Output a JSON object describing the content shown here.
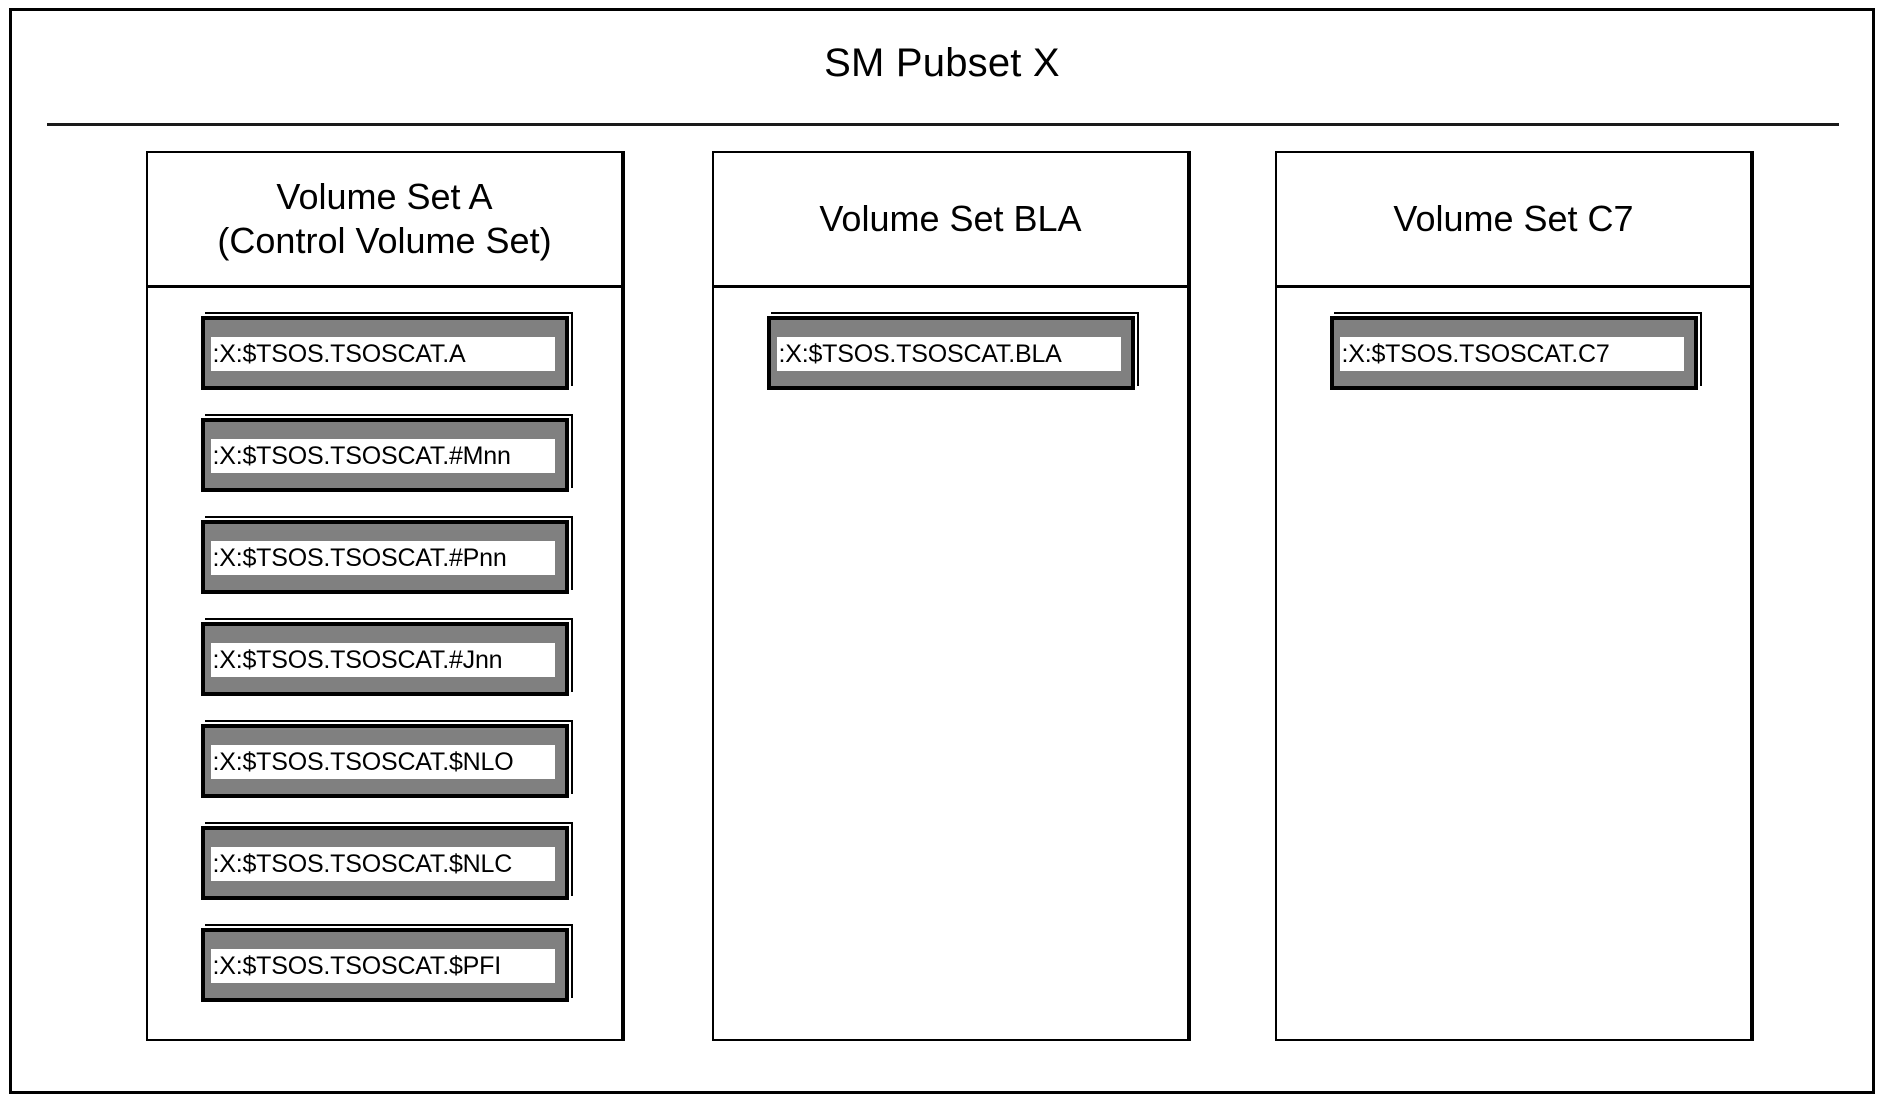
{
  "figure": {
    "title": "SM Pubset X"
  },
  "volume_sets": [
    {
      "name": "Volume Set A",
      "header_label": "Volume Set A\n(Control Volume Set)",
      "catalogs": [
        ":X:$TSOS.TSOSCAT.A",
        ":X:$TSOS.TSOSCAT.#Mnn",
        ":X:$TSOS.TSOSCAT.#Pnn",
        ":X:$TSOS.TSOSCAT.#Jnn",
        ":X:$TSOS.TSOSCAT.$NLO",
        ":X:$TSOS.TSOSCAT.$NLC",
        ":X:$TSOS.TSOSCAT.$PFI"
      ]
    },
    {
      "name": "Volume Set BLA",
      "header_label": "Volume Set BLA",
      "catalogs": [
        ":X:$TSOS.TSOSCAT.BLA"
      ]
    },
    {
      "name": "Volume Set C7",
      "header_label": "Volume Set C7",
      "catalogs": [
        ":X:$TSOS.TSOSCAT.C7"
      ]
    }
  ],
  "colors": {
    "plate_fill": "#808080",
    "border": "#000000",
    "background": "#ffffff",
    "label_band": "#ffffff"
  }
}
